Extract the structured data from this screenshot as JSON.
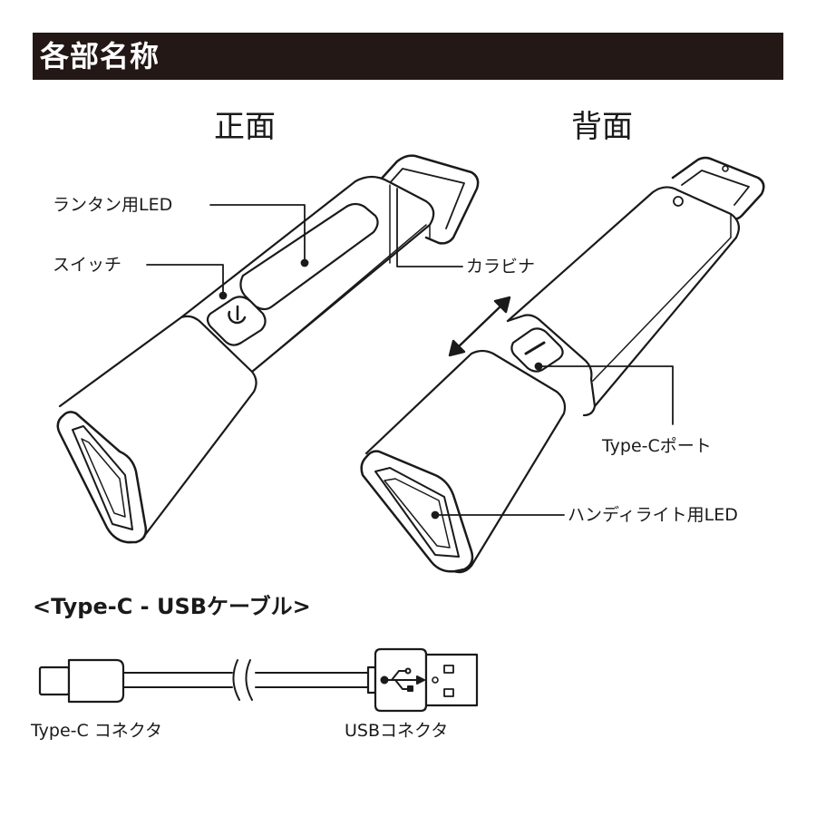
{
  "header": {
    "title": "各部名称"
  },
  "views": {
    "front_title": "正面",
    "back_title": "背面"
  },
  "front_labels": {
    "lantern_led": "ランタン用LED",
    "switch": "スイッチ",
    "carabiner": "カラビナ"
  },
  "back_labels": {
    "type_c_port": "Type-Cポート",
    "handy_light_led": "ハンディライト用LED"
  },
  "cable": {
    "title": "<Type-C - USBケーブル>",
    "type_c_connector": "Type-C コネクタ",
    "usb_connector": "USBコネクタ"
  },
  "colors": {
    "header_bg": "#231815",
    "header_text": "#ffffff",
    "line": "#1a1a1a"
  },
  "icons": [
    "power-icon",
    "usb-icon",
    "double-arrow-icon"
  ]
}
